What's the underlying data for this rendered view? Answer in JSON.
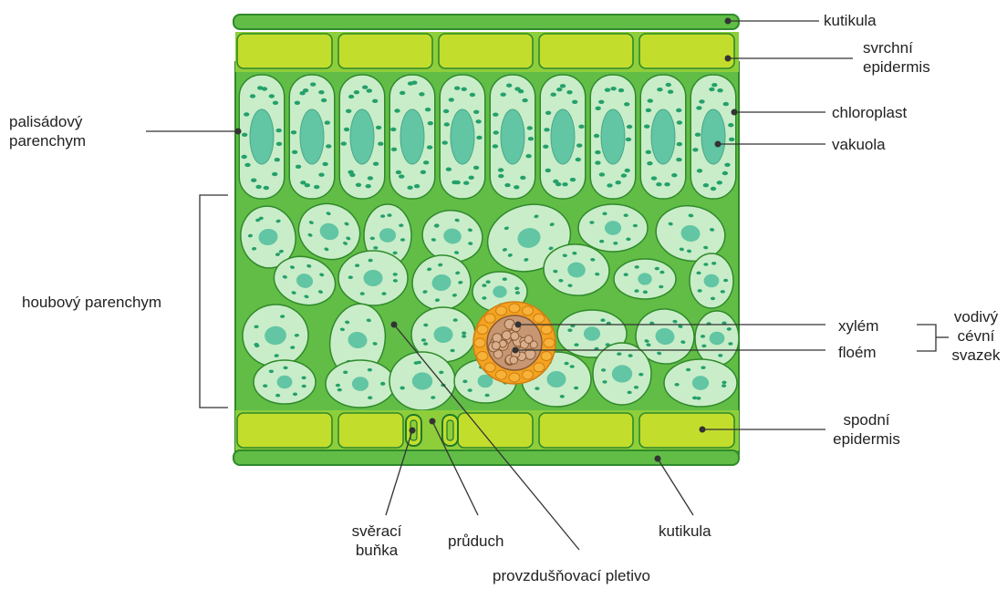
{
  "colors": {
    "leaf_green": "#62bd47",
    "outline_green": "#2f8a2a",
    "epidermis_fill": "#c3dd2d",
    "cell_fill": "#c9edc9",
    "vacuole": "#62c5a3",
    "chloroplast": "#24a06a",
    "bundle_sheath": "#f4a320",
    "xylem_fill": "#c79673",
    "label_text": "#222222"
  },
  "labels": {
    "kutikula_top": "kutikula",
    "svrchni_epidermis": [
      "svrchní",
      "epidermis"
    ],
    "chloroplast": "chloroplast",
    "vakuola": "vakuola",
    "palisadovy_parenchym": [
      "palisádový",
      "parenchym"
    ],
    "houbovy_parenchym": "houbový parenchym",
    "xylem": "xylém",
    "floem": "floém",
    "vodivy_cevni_svazek": [
      "vodivý",
      "cévní",
      "svazek"
    ],
    "spodni_epidermis": [
      "spodní",
      "epidermis"
    ],
    "sveraci_bunka": [
      "svěrací",
      "buňka"
    ],
    "pruduch": "průduch",
    "kutikula_bottom": "kutikula",
    "provzdusnovaci_pletivo": "provzdušňovací pletivo"
  }
}
